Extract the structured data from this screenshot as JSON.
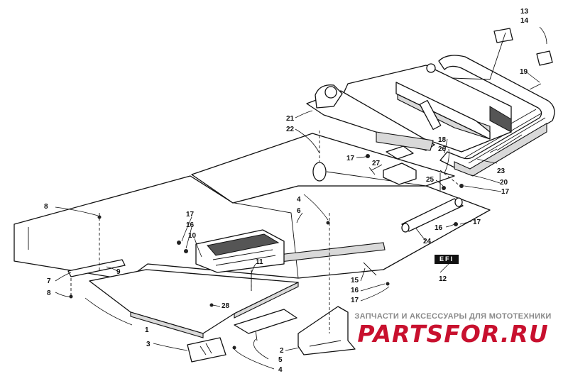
{
  "callouts": [
    {
      "id": "c13",
      "text": "13"
    },
    {
      "id": "c14",
      "text": "14"
    },
    {
      "id": "c19",
      "text": "19"
    },
    {
      "id": "c21",
      "text": "21"
    },
    {
      "id": "c22",
      "text": "22"
    },
    {
      "id": "c18",
      "text": "18"
    },
    {
      "id": "c26",
      "text": "26"
    },
    {
      "id": "c17a",
      "text": "17"
    },
    {
      "id": "c27",
      "text": "27"
    },
    {
      "id": "c25",
      "text": "25"
    },
    {
      "id": "c23",
      "text": "23"
    },
    {
      "id": "c20",
      "text": "20"
    },
    {
      "id": "c17b",
      "text": "17"
    },
    {
      "id": "c16a",
      "text": "16"
    },
    {
      "id": "c17c",
      "text": "17"
    },
    {
      "id": "c24",
      "text": "24"
    },
    {
      "id": "c8a",
      "text": "8"
    },
    {
      "id": "c4a",
      "text": "4"
    },
    {
      "id": "c6",
      "text": "6"
    },
    {
      "id": "c17d",
      "text": "17"
    },
    {
      "id": "c16b",
      "text": "16"
    },
    {
      "id": "c10",
      "text": "10"
    },
    {
      "id": "c11",
      "text": "11"
    },
    {
      "id": "c7",
      "text": "7"
    },
    {
      "id": "c9",
      "text": "9"
    },
    {
      "id": "c8b",
      "text": "8"
    },
    {
      "id": "c12",
      "text": "12"
    },
    {
      "id": "c15",
      "text": "15"
    },
    {
      "id": "c16c",
      "text": "16"
    },
    {
      "id": "c17e",
      "text": "17"
    },
    {
      "id": "c28",
      "text": "28"
    },
    {
      "id": "c1",
      "text": "1"
    },
    {
      "id": "c3",
      "text": "3"
    },
    {
      "id": "c2",
      "text": "2"
    },
    {
      "id": "c5",
      "text": "5"
    },
    {
      "id": "c4b",
      "text": "4"
    }
  ],
  "decal_text": "EFI",
  "watermark": {
    "line1": "ЗАПЧАСТИ И АКСЕССУАРЫ ДЛЯ МОТОТЕХНИКИ",
    "line2": "PARTSFOR.RU",
    "color": "#c8102e"
  }
}
